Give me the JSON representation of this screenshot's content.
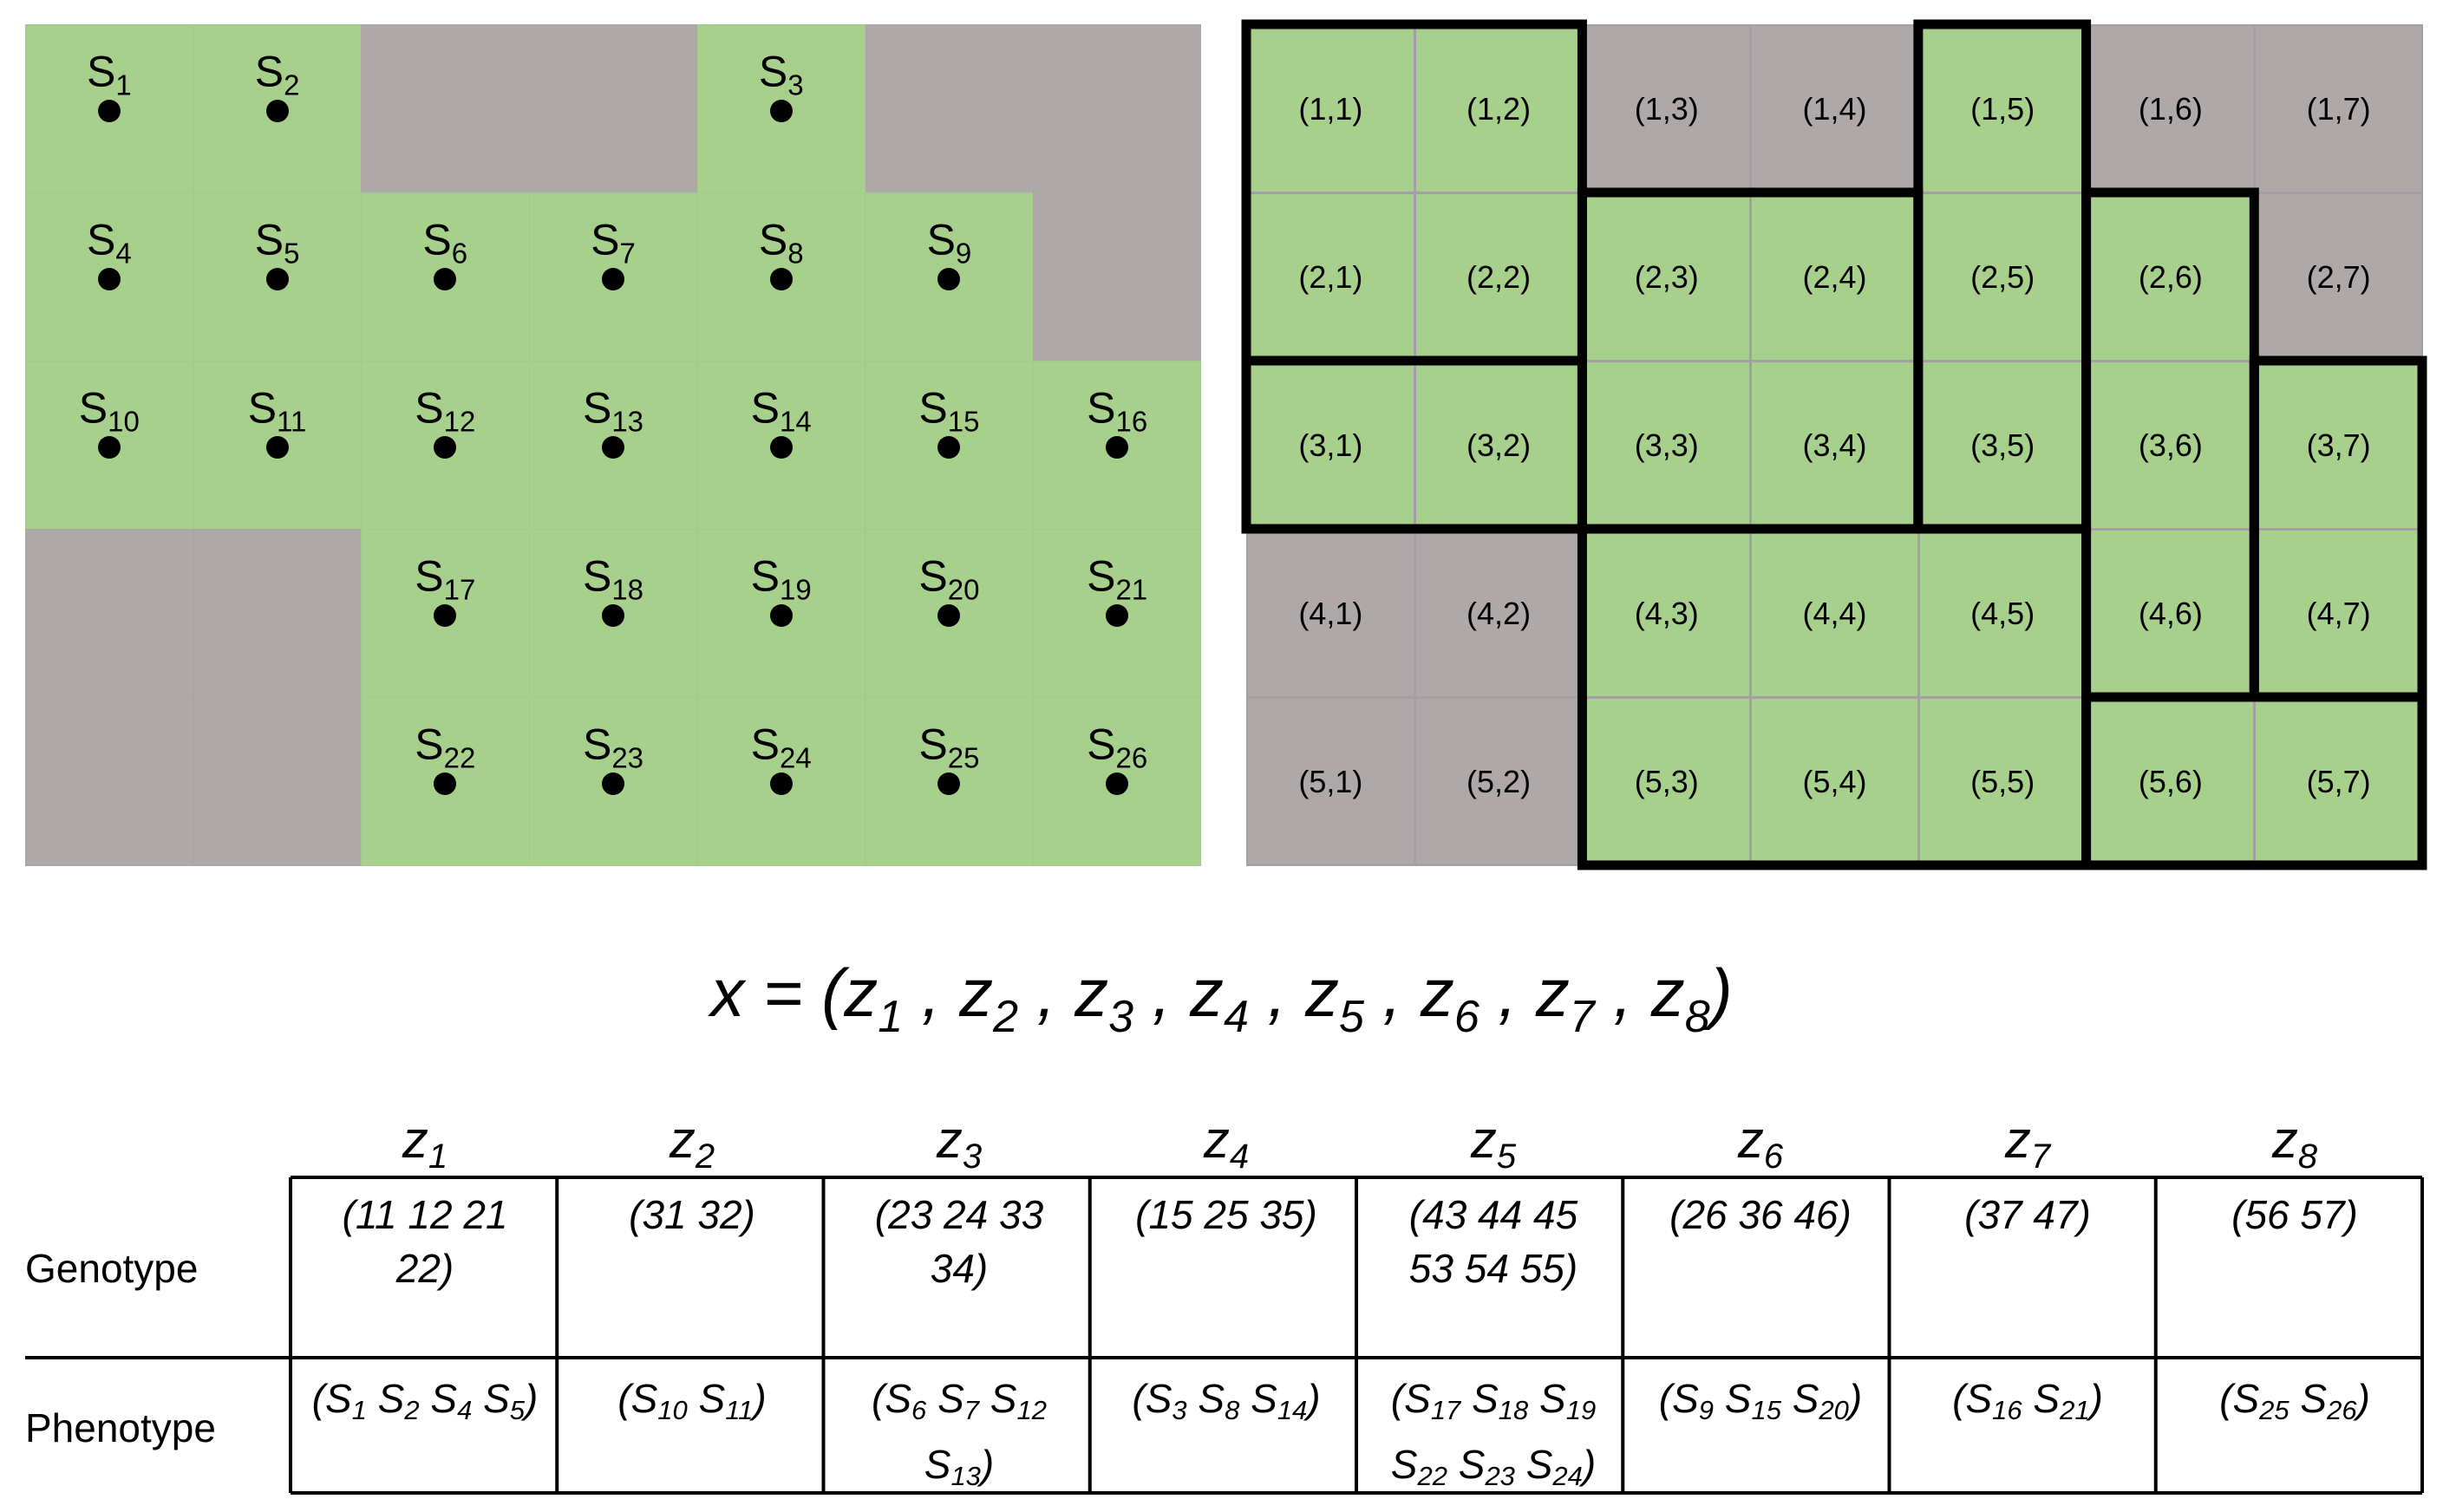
{
  "colors": {
    "active": "#a8d08d",
    "inactive": "#aea8a8",
    "border": "#000000"
  },
  "left_grid": {
    "cells": [
      [
        "a",
        "a",
        "i",
        "i",
        "a",
        "i",
        "i"
      ],
      [
        "a",
        "a",
        "a",
        "a",
        "a",
        "a",
        "i"
      ],
      [
        "a",
        "a",
        "a",
        "a",
        "a",
        "a",
        "a"
      ],
      [
        "i",
        "i",
        "a",
        "a",
        "a",
        "a",
        "a"
      ],
      [
        "i",
        "i",
        "a",
        "a",
        "a",
        "a",
        "a"
      ]
    ],
    "sensors": [
      {
        "sym": "S",
        "idx": "1",
        "row": 1,
        "col": 1
      },
      {
        "sym": "S",
        "idx": "2",
        "row": 1,
        "col": 2
      },
      {
        "sym": "S",
        "idx": "3",
        "row": 1,
        "col": 5
      },
      {
        "sym": "S",
        "idx": "4",
        "row": 2,
        "col": 1
      },
      {
        "sym": "S",
        "idx": "5",
        "row": 2,
        "col": 2
      },
      {
        "sym": "S",
        "idx": "6",
        "row": 2,
        "col": 3
      },
      {
        "sym": "S",
        "idx": "7",
        "row": 2,
        "col": 4
      },
      {
        "sym": "S",
        "idx": "8",
        "row": 2,
        "col": 5
      },
      {
        "sym": "S",
        "idx": "9",
        "row": 2,
        "col": 6
      },
      {
        "sym": "S",
        "idx": "10",
        "row": 3,
        "col": 1
      },
      {
        "sym": "S",
        "idx": "11",
        "row": 3,
        "col": 2
      },
      {
        "sym": "S",
        "idx": "12",
        "row": 3,
        "col": 3
      },
      {
        "sym": "S",
        "idx": "13",
        "row": 3,
        "col": 4
      },
      {
        "sym": "S",
        "idx": "14",
        "row": 3,
        "col": 5
      },
      {
        "sym": "S",
        "idx": "15",
        "row": 3,
        "col": 6
      },
      {
        "sym": "S",
        "idx": "16",
        "row": 3,
        "col": 7
      },
      {
        "sym": "S",
        "idx": "17",
        "row": 4,
        "col": 3
      },
      {
        "sym": "S",
        "idx": "18",
        "row": 4,
        "col": 4
      },
      {
        "sym": "S",
        "idx": "19",
        "row": 4,
        "col": 5
      },
      {
        "sym": "S",
        "idx": "20",
        "row": 4,
        "col": 6
      },
      {
        "sym": "S",
        "idx": "21",
        "row": 4,
        "col": 7
      },
      {
        "sym": "S",
        "idx": "22",
        "row": 5,
        "col": 3
      },
      {
        "sym": "S",
        "idx": "23",
        "row": 5,
        "col": 4
      },
      {
        "sym": "S",
        "idx": "24",
        "row": 5,
        "col": 5
      },
      {
        "sym": "S",
        "idx": "25",
        "row": 5,
        "col": 6
      },
      {
        "sym": "S",
        "idx": "26",
        "row": 5,
        "col": 7
      }
    ]
  },
  "right_grid": {
    "labels": [
      [
        "(1,1)",
        "(1,2)",
        "(1,3)",
        "(1,4)",
        "(1,5)",
        "(1,6)",
        "(1,7)"
      ],
      [
        "(2,1)",
        "(2,2)",
        "(2,3)",
        "(2,4)",
        "(2,5)",
        "(2,6)",
        "(2,7)"
      ],
      [
        "(3,1)",
        "(3,2)",
        "(3,3)",
        "(3,4)",
        "(3,5)",
        "(3,6)",
        "(3,7)"
      ],
      [
        "(4,1)",
        "(4,2)",
        "(4,3)",
        "(4,4)",
        "(4,5)",
        "(4,6)",
        "(4,7)"
      ],
      [
        "(5,1)",
        "(5,2)",
        "(5,3)",
        "(5,4)",
        "(5,5)",
        "(5,6)",
        "(5,7)"
      ]
    ],
    "cells": [
      [
        "a",
        "a",
        "i",
        "i",
        "a",
        "i",
        "i"
      ],
      [
        "a",
        "a",
        "a",
        "a",
        "a",
        "a",
        "i"
      ],
      [
        "a",
        "a",
        "a",
        "a",
        "a",
        "a",
        "a"
      ],
      [
        "i",
        "i",
        "a",
        "a",
        "a",
        "a",
        "a"
      ],
      [
        "i",
        "i",
        "a",
        "a",
        "a",
        "a",
        "a"
      ]
    ],
    "groups": [
      {
        "r0": 1,
        "c0": 1,
        "r1": 2,
        "c1": 2
      },
      {
        "r0": 3,
        "c0": 1,
        "r1": 3,
        "c1": 2
      },
      {
        "r0": 2,
        "c0": 3,
        "r1": 3,
        "c1": 4
      },
      {
        "r0": 1,
        "c0": 5,
        "r1": 3,
        "c1": 5
      },
      {
        "r0": 4,
        "c0": 3,
        "r1": 5,
        "c1": 5
      },
      {
        "r0": 2,
        "c0": 6,
        "r1": 4,
        "c1": 6
      },
      {
        "r0": 3,
        "c0": 7,
        "r1": 4,
        "c1": 7
      },
      {
        "r0": 5,
        "c0": 6,
        "r1": 5,
        "c1": 7
      }
    ]
  },
  "formula": {
    "lhs": "x = (",
    "vars": [
      {
        "sym": "z",
        "idx": "1"
      },
      {
        "sym": "z",
        "idx": "2"
      },
      {
        "sym": "z",
        "idx": "3"
      },
      {
        "sym": "z",
        "idx": "4"
      },
      {
        "sym": "z",
        "idx": "5"
      },
      {
        "sym": "z",
        "idx": "6"
      },
      {
        "sym": "z",
        "idx": "7"
      },
      {
        "sym": "z",
        "idx": "8"
      }
    ],
    "separator": " , ",
    "close": ")"
  },
  "table": {
    "headers": [
      {
        "sym": "z",
        "idx": "1"
      },
      {
        "sym": "z",
        "idx": "2"
      },
      {
        "sym": "z",
        "idx": "3"
      },
      {
        "sym": "z",
        "idx": "4"
      },
      {
        "sym": "z",
        "idx": "5"
      },
      {
        "sym": "z",
        "idx": "6"
      },
      {
        "sym": "z",
        "idx": "7"
      },
      {
        "sym": "z",
        "idx": "8"
      }
    ],
    "row_labels": {
      "genotype": "Genotype",
      "phenotype": "Phenotype"
    },
    "genotype": [
      [
        "(11 12 21",
        "22)"
      ],
      [
        "(31 32)"
      ],
      [
        "(23 24 33",
        "34)"
      ],
      [
        "(15 25 35)"
      ],
      [
        "(43 44 45",
        "53 54 55)"
      ],
      [
        "(26 36 46)"
      ],
      [
        "(37 47)"
      ],
      [
        "(56 57)"
      ]
    ],
    "phenotype_open": "(",
    "phenotype_close": ")",
    "phenotype_symbol": "S",
    "phenotype": [
      [
        [
          "1",
          "2",
          "4",
          "5"
        ]
      ],
      [
        [
          "10",
          "11"
        ]
      ],
      [
        [
          "6",
          "7",
          "12"
        ],
        [
          "13"
        ]
      ],
      [
        [
          "3",
          "8",
          "14"
        ]
      ],
      [
        [
          "17",
          "18",
          "19"
        ],
        [
          "22",
          "23",
          "24"
        ]
      ],
      [
        [
          "9",
          "15",
          "20"
        ]
      ],
      [
        [
          "16",
          "21"
        ]
      ],
      [
        [
          "25",
          "26"
        ]
      ]
    ]
  }
}
